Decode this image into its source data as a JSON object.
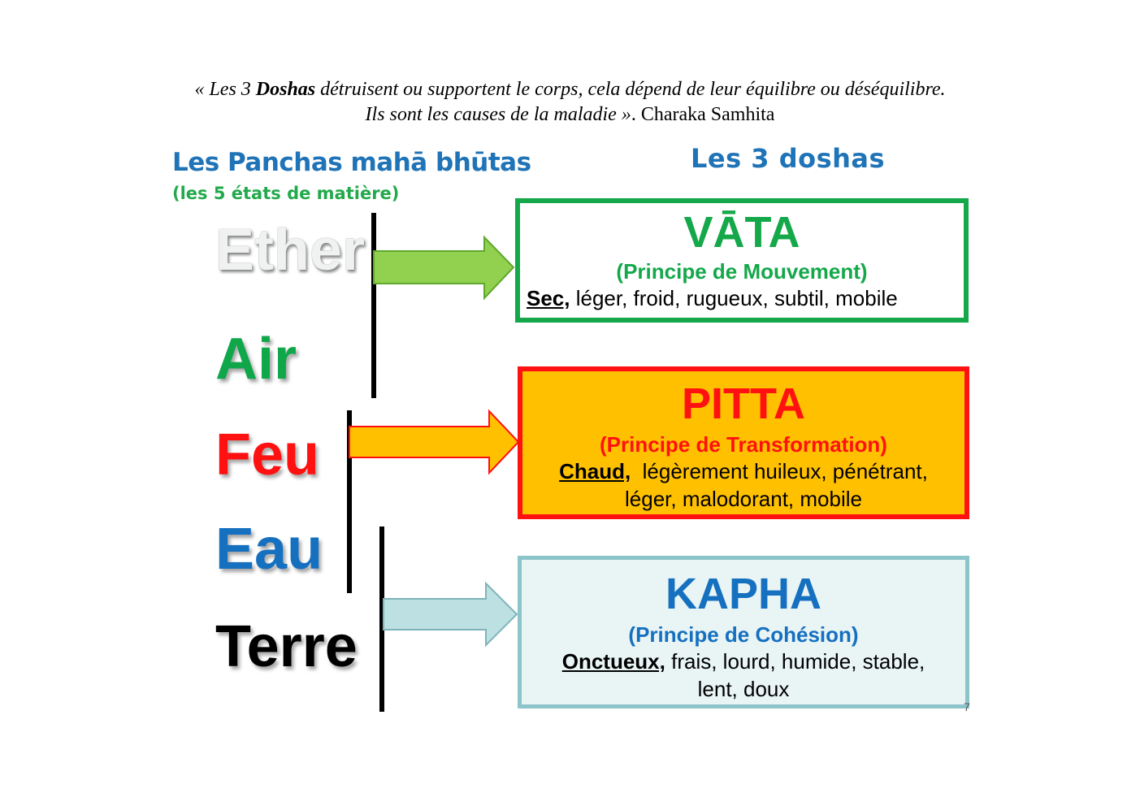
{
  "quote": {
    "line1_open": "« Les 3 ",
    "line1_bold": "Doshas",
    "line1_rest": " détruisent ou supportent le corps, cela dépend de leur équilibre ou déséquilibre.",
    "line2_italic": "Ils sont les causes de la maladie »",
    "line2_source": ". Charaka Samhita"
  },
  "left_heading": {
    "title": "Les Panchas mahā bhūtas",
    "subtitle": "(les 5 états de matière)"
  },
  "right_heading": "Les 3 doshas",
  "elements": {
    "ether": "Ether",
    "air": "Air",
    "feu": "Feu",
    "eau": "Eau",
    "terre": "Terre"
  },
  "doshas": {
    "vata": {
      "title": "VĀTA",
      "principle": "(Principe de Mouvement)",
      "key_quality": "Sec,",
      "qualities": " léger, froid, rugueux, subtil, mobile"
    },
    "pitta": {
      "title": "PITTA",
      "principle": "(Principe de Transformation)",
      "key_quality": "Chaud,",
      "qualities": "  légèrement huileux, pénétrant,",
      "qualities_line2": "léger, malodorant, mobile"
    },
    "kapha": {
      "title": "KAPHA",
      "principle": "(Principe de Cohésion)",
      "key_quality": "Onctueux,",
      "qualities": " frais, lourd, humide, stable,",
      "qualities_line2": "lent, doux"
    }
  },
  "colors": {
    "vata": "#14a84a",
    "pitta_border": "#ff1111",
    "pitta_fill": "#ffc000",
    "kapha_border": "#8cc4c9",
    "kapha_fill": "#e9f4f5",
    "heading_blue": "#1f73b7",
    "arrow_vata": "#92d050",
    "arrow_pitta": "#ffc000",
    "arrow_kapha": "#bde0e3"
  },
  "stray_mark": "7"
}
